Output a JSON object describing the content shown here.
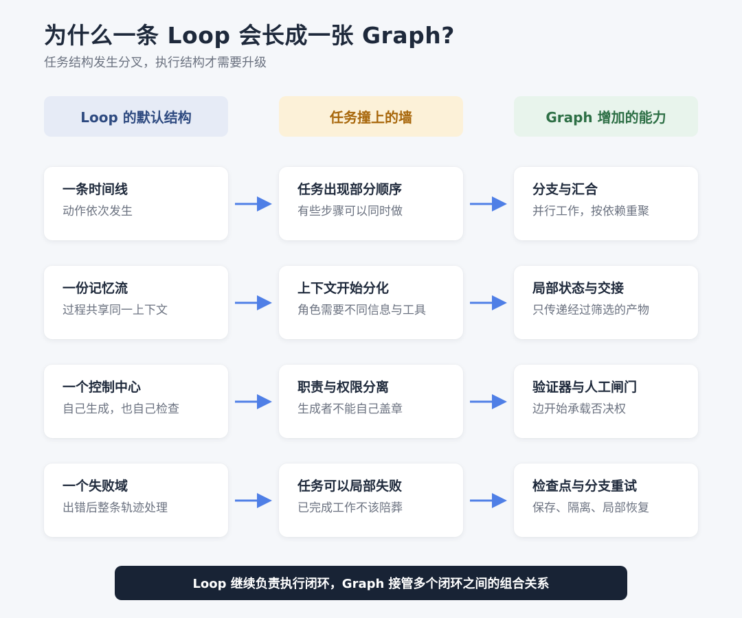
{
  "title": "为什么一条 Loop 会长成一张 Graph?",
  "subtitle": "任务结构发生分叉，执行结构才需要升级",
  "columns": [
    {
      "header": "Loop 的默认结构"
    },
    {
      "header": "任务撞上的墙"
    },
    {
      "header": "Graph 增加的能力"
    }
  ],
  "rows": [
    [
      {
        "title": "一条时间线",
        "desc": "动作依次发生"
      },
      {
        "title": "任务出现部分顺序",
        "desc": "有些步骤可以同时做"
      },
      {
        "title": "分支与汇合",
        "desc": "并行工作，按依赖重聚"
      }
    ],
    [
      {
        "title": "一份记忆流",
        "desc": "过程共享同一上下文"
      },
      {
        "title": "上下文开始分化",
        "desc": "角色需要不同信息与工具"
      },
      {
        "title": "局部状态与交接",
        "desc": "只传递经过筛选的产物"
      }
    ],
    [
      {
        "title": "一个控制中心",
        "desc": "自己生成，也自己检查"
      },
      {
        "title": "职责与权限分离",
        "desc": "生成者不能自己盖章"
      },
      {
        "title": "验证器与人工闸门",
        "desc": "边开始承载否决权"
      }
    ],
    [
      {
        "title": "一个失败域",
        "desc": "出错后整条轨迹处理"
      },
      {
        "title": "任务可以局部失败",
        "desc": "已完成工作不该陪葬"
      },
      {
        "title": "检查点与分支重试",
        "desc": "保存、隔离、局部恢复"
      }
    ]
  ],
  "footer": "Loop 继续负责执行闭环，Graph 接管多个闭环之间的组合关系",
  "colors": {
    "arrow": "#4f7fe6",
    "footer_bg": "#182335",
    "header_1_bg": "#e6ebf6",
    "header_2_bg": "#fcf1d8",
    "header_3_bg": "#e8f4ec"
  },
  "icons": {
    "connector": "right-arrow-icon"
  }
}
